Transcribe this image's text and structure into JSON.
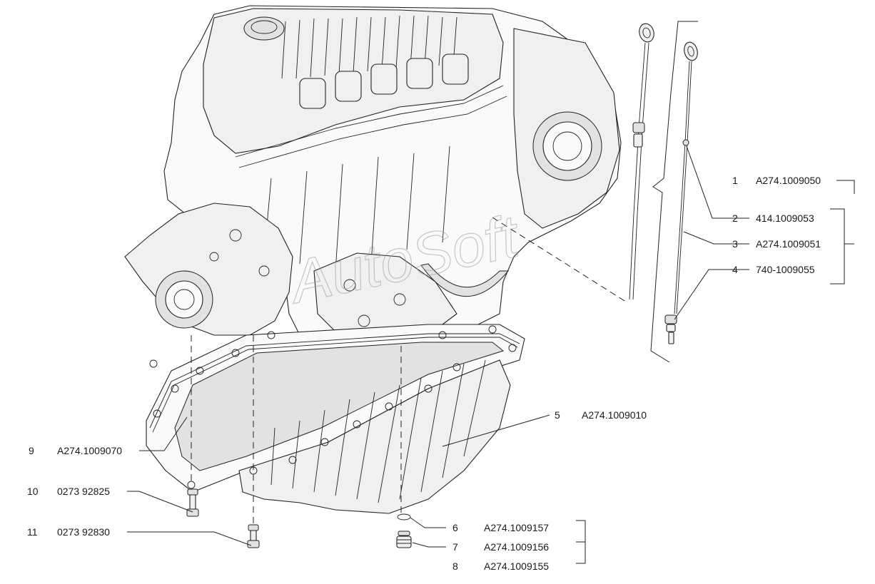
{
  "watermark": "AutoSoft",
  "callouts": [
    {
      "num": "1",
      "part": "A274.1009050"
    },
    {
      "num": "2",
      "part": "414.1009053"
    },
    {
      "num": "3",
      "part": "A274.1009051"
    },
    {
      "num": "4",
      "part": "740-1009055"
    },
    {
      "num": "5",
      "part": "A274.1009010"
    },
    {
      "num": "6",
      "part": "A274.1009157"
    },
    {
      "num": "7",
      "part": "A274.1009156"
    },
    {
      "num": "8",
      "part": "A274.1009155"
    },
    {
      "num": "9",
      "part": "A274.1009070"
    },
    {
      "num": "10",
      "part": "0273 92825"
    },
    {
      "num": "11",
      "part": "0273 92830"
    }
  ]
}
